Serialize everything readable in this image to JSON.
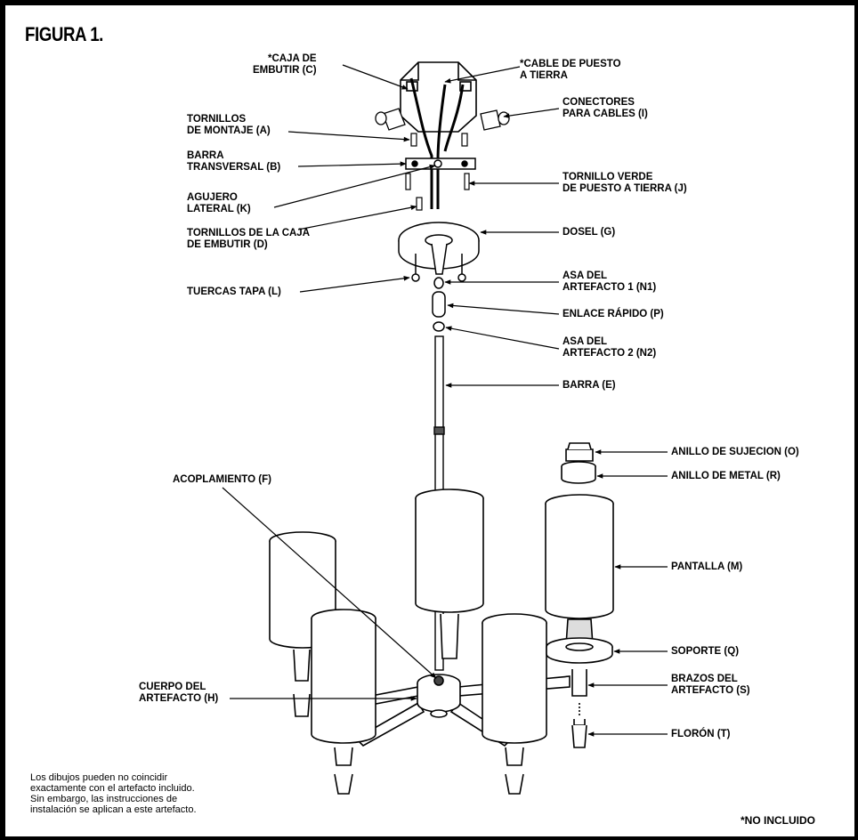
{
  "figure": {
    "title": "FIGURA 1.",
    "labels": {
      "caja_embutir": "*CAJA DE\nEMBUTIR (C)",
      "cable_tierra": "*CABLE DE PUESTO\nA TIERRA",
      "conectores": "CONECTORES\nPARA CABLES (I)",
      "tornillos_montaje": "TORNILLOS\nDE MONTAJE (A)",
      "barra_transversal": "BARRA\nTRANSVERSAL (B)",
      "tornillo_verde": "TORNILLO VERDE\nDE PUESTO A TIERRA (J)",
      "agujero_lateral": "AGUJERO\nLATERAL (K)",
      "tornillos_caja": "TORNILLOS DE LA CAJA\nDE EMBUTIR (D)",
      "dosel": "DOSEL (G)",
      "tuercas_tapa": "TUERCAS TAPA (L)",
      "asa_1": "ASA DEL\nARTEFACTO 1 (N1)",
      "enlace_rapido": "ENLACE RÁPIDO (P)",
      "asa_2": "ASA DEL\nARTEFACTO 2 (N2)",
      "barra": "BARRA (E)",
      "anillo_sujecion": "ANILLO DE SUJECION (O)",
      "anillo_metal": "ANILLO DE METAL (R)",
      "acoplamiento": "ACOPLAMIENTO (F)",
      "pantalla": "PANTALLA (M)",
      "soporte": "SOPORTE (Q)",
      "brazos": "BRAZOS DEL\nARTEFACTO (S)",
      "cuerpo": "CUERPO DEL\nARTEFACTO (H)",
      "floron": "FLORÓN (T)"
    },
    "note": {
      "line1": "Los dibujos pueden no coincidir",
      "line2": "exactamente con el artefacto incluido.",
      "line3": "Sin embargo, las instrucciones de",
      "line4": "instalación se aplican a este artefacto."
    },
    "not_included": "*NO INCLUIDO"
  }
}
